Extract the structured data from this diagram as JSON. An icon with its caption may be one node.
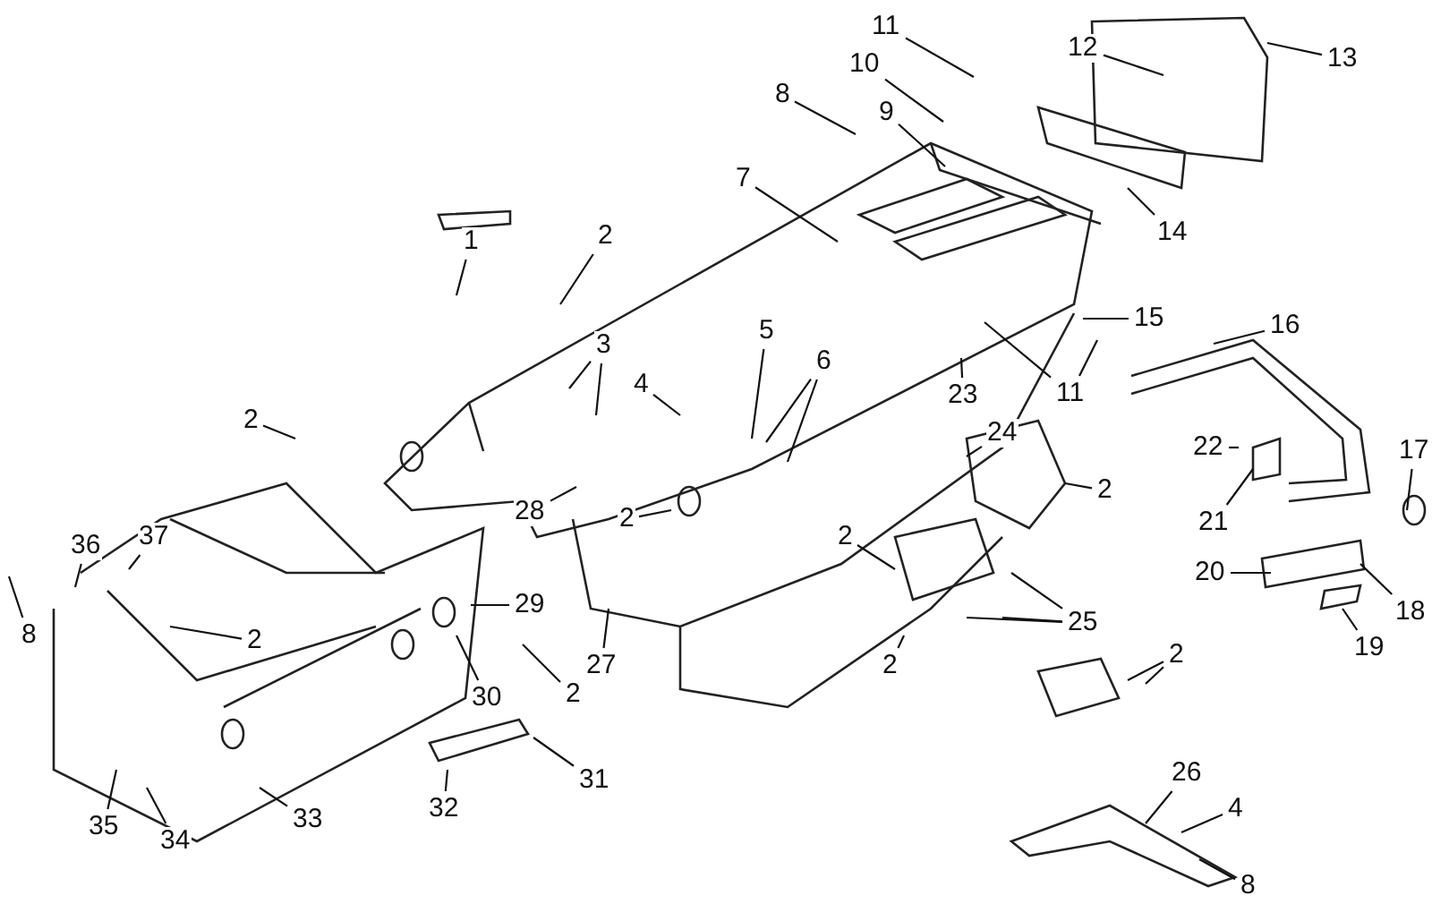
{
  "diagram": {
    "nodes": [
      {
        "text": [
          "1"
        ]
      },
      {
        "text": [
          "2"
        ]
      },
      {
        "text": [
          "3"
        ]
      },
      {
        "text": [
          "4"
        ]
      },
      {
        "text": [
          "2"
        ]
      },
      {
        "text": [
          "5"
        ]
      },
      {
        "text": [
          "6"
        ]
      },
      {
        "text": [
          "7"
        ]
      },
      {
        "text": [
          "8"
        ]
      },
      {
        "text": [
          "9"
        ]
      },
      {
        "text": [
          "10"
        ]
      },
      {
        "text": [
          "11"
        ]
      },
      {
        "text": [
          "12"
        ]
      },
      {
        "text": [
          "13"
        ]
      },
      {
        "text": [
          "14"
        ]
      },
      {
        "text": [
          "15"
        ]
      },
      {
        "text": [
          "16"
        ]
      },
      {
        "text": [
          "17"
        ]
      },
      {
        "text": [
          "18"
        ]
      },
      {
        "text": [
          "19"
        ]
      },
      {
        "text": [
          "20"
        ]
      },
      {
        "text": [
          "21"
        ]
      },
      {
        "text": [
          "22"
        ]
      },
      {
        "text": [
          "23"
        ]
      },
      {
        "text": [
          "11"
        ]
      },
      {
        "text": [
          "24"
        ]
      },
      {
        "text": [
          "2"
        ]
      },
      {
        "text": [
          "28"
        ]
      },
      {
        "text": [
          "2"
        ]
      },
      {
        "text": [
          "2"
        ]
      },
      {
        "text": [
          "25"
        ]
      },
      {
        "text": [
          "2"
        ]
      },
      {
        "text": [
          "2"
        ]
      },
      {
        "text": [
          "26"
        ]
      },
      {
        "text": [
          "4"
        ]
      },
      {
        "text": [
          "8"
        ]
      },
      {
        "text": [
          "36"
        ]
      },
      {
        "text": [
          "37"
        ]
      },
      {
        "text": [
          "8"
        ]
      },
      {
        "text": [
          "2"
        ]
      },
      {
        "text": [
          "29"
        ]
      },
      {
        "text": [
          "30"
        ]
      },
      {
        "text": [
          "2"
        ]
      },
      {
        "text": [
          "27"
        ]
      },
      {
        "text": [
          "31"
        ]
      },
      {
        "text": [
          "32"
        ]
      },
      {
        "text": [
          "33"
        ]
      },
      {
        "text": [
          "34"
        ]
      },
      {
        "text": [
          "35"
        ]
      }
    ],
    "edges": [
      {
        "from": 0,
        "to": null,
        "arrow": "none"
      },
      {
        "from": 1,
        "to": null,
        "arrow": "none"
      },
      {
        "from": 2,
        "to": null,
        "arrow": "none"
      },
      {
        "from": 2,
        "to": null,
        "arrow": "none"
      },
      {
        "from": 3,
        "to": null,
        "arrow": "none"
      },
      {
        "from": 4,
        "to": null,
        "arrow": "none"
      },
      {
        "from": 5,
        "to": null,
        "arrow": "none"
      },
      {
        "from": 6,
        "to": null,
        "arrow": "none"
      },
      {
        "from": 6,
        "to": null,
        "arrow": "none"
      },
      {
        "from": 7,
        "to": null,
        "arrow": "none"
      },
      {
        "from": 8,
        "to": null,
        "arrow": "none"
      },
      {
        "from": 9,
        "to": null,
        "arrow": "none"
      },
      {
        "from": 10,
        "to": null,
        "arrow": "none"
      },
      {
        "from": 11,
        "to": null,
        "arrow": "none"
      },
      {
        "from": 12,
        "to": null,
        "arrow": "none"
      },
      {
        "from": 13,
        "to": null,
        "arrow": "none"
      },
      {
        "from": 14,
        "to": null,
        "arrow": "none"
      },
      {
        "from": 15,
        "to": null,
        "arrow": "none"
      },
      {
        "from": 16,
        "to": null,
        "arrow": "none"
      },
      {
        "from": 17,
        "to": null,
        "arrow": "none"
      },
      {
        "from": 18,
        "to": null,
        "arrow": "none"
      },
      {
        "from": 19,
        "to": null,
        "arrow": "none"
      },
      {
        "from": 20,
        "to": null,
        "arrow": "none"
      },
      {
        "from": 21,
        "to": null,
        "arrow": "none"
      },
      {
        "from": 22,
        "to": null,
        "arrow": "none"
      },
      {
        "from": 23,
        "to": null,
        "arrow": "none"
      },
      {
        "from": 24,
        "to": null,
        "arrow": "none"
      },
      {
        "from": 24,
        "to": null,
        "arrow": "none"
      },
      {
        "from": 25,
        "to": null,
        "arrow": "none"
      },
      {
        "from": 26,
        "to": null,
        "arrow": "none"
      },
      {
        "from": 27,
        "to": null,
        "arrow": "none"
      },
      {
        "from": 28,
        "to": null,
        "arrow": "none"
      },
      {
        "from": 29,
        "to": null,
        "arrow": "none"
      },
      {
        "from": 30,
        "to": null,
        "arrow": "none"
      },
      {
        "from": 30,
        "to": null,
        "arrow": "none"
      },
      {
        "from": 30,
        "to": null,
        "arrow": "none"
      },
      {
        "from": 31,
        "to": null,
        "arrow": "none"
      },
      {
        "from": 32,
        "to": null,
        "arrow": "none"
      },
      {
        "from": 32,
        "to": null,
        "arrow": "none"
      },
      {
        "from": 33,
        "to": null,
        "arrow": "none"
      },
      {
        "from": 34,
        "to": null,
        "arrow": "none"
      },
      {
        "from": 35,
        "to": null,
        "arrow": "none"
      },
      {
        "from": 36,
        "to": null,
        "arrow": "none"
      },
      {
        "from": 37,
        "to": null,
        "arrow": "none"
      },
      {
        "from": 38,
        "to": null,
        "arrow": "none"
      },
      {
        "from": 39,
        "to": null,
        "arrow": "none"
      },
      {
        "from": 40,
        "to": null,
        "arrow": "none"
      },
      {
        "from": 41,
        "to": null,
        "arrow": "none"
      },
      {
        "from": 42,
        "to": null,
        "arrow": "none"
      },
      {
        "from": 43,
        "to": null,
        "arrow": "none"
      },
      {
        "from": 44,
        "to": null,
        "arrow": "none"
      },
      {
        "from": 45,
        "to": null,
        "arrow": "none"
      },
      {
        "from": 46,
        "to": null,
        "arrow": "none"
      },
      {
        "from": 47,
        "to": null,
        "arrow": "none"
      },
      {
        "from": 48,
        "to": null,
        "arrow": "none"
      }
    ]
  }
}
